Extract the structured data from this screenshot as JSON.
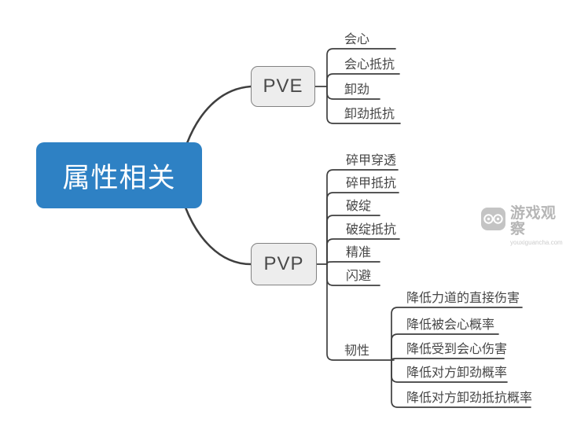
{
  "root": {
    "label": "属性相关"
  },
  "branches": [
    {
      "label": "PVE",
      "children": [
        "会心",
        "会心抵抗",
        "卸劲",
        "卸劲抵抗"
      ]
    },
    {
      "label": "PVP",
      "children": [
        "碎甲穿透",
        "碎甲抵抗",
        "破绽",
        "破绽抵抗",
        "精准",
        "闪避"
      ],
      "subbranch": {
        "label": "韧性",
        "children": [
          "降低力道的直接伤害",
          "降低被会心概率",
          "降低受到会心伤害",
          "降低对方卸劲概率",
          "降低对方卸劲抵抗概率"
        ]
      }
    }
  ],
  "watermark": {
    "name": "游戏观察",
    "url": "youxiguancha.com",
    "logo_icon": "goggles-icon"
  },
  "colors": {
    "root_fill": "#2e81c4",
    "node_fill": "#ededed",
    "node_border": "#828282",
    "line": "#3f3f3f",
    "text": "#464646",
    "watermark_gray": "#b6b6b6"
  }
}
